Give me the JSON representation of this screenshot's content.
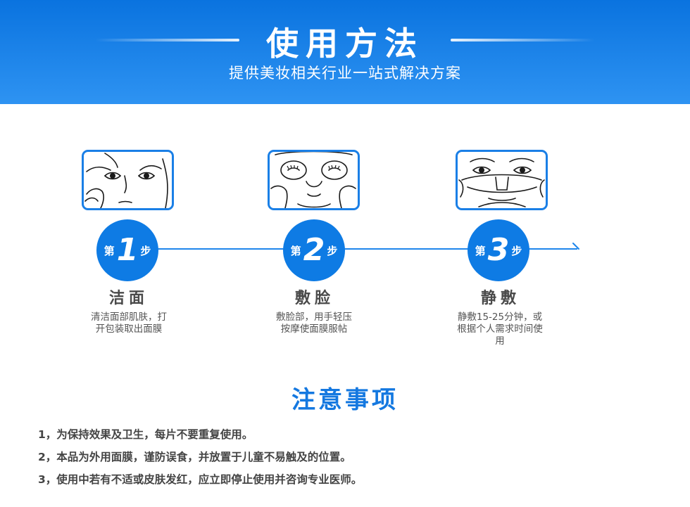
{
  "header": {
    "title": "使用方法",
    "subtitle": "提供美妆相关行业一站式解决方案"
  },
  "steps": [
    {
      "prefix": "第",
      "number": "1",
      "suffix": "步",
      "name": "洁面",
      "desc_lines": [
        "清洁面部肌肤，打",
        "开包装取出面膜"
      ],
      "icon": "face-cleansing-illustration"
    },
    {
      "prefix": "第",
      "number": "2",
      "suffix": "步",
      "name": "敷脸",
      "desc_lines": [
        "敷脸部，用手轻压",
        "按摩使面膜服帖"
      ],
      "icon": "face-mask-applying-illustration"
    },
    {
      "prefix": "第",
      "number": "3",
      "suffix": "步",
      "name": "静敷",
      "desc_lines": [
        "静敷15-25分钟，或",
        "根据个人需求时间使",
        "用"
      ],
      "icon": "face-mask-resting-illustration"
    }
  ],
  "notes": {
    "title": "注意事项",
    "items": [
      "1，为保持效果及卫生，每片不要重复使用。",
      "2，本品为外用面膜，谨防误食，并放置于儿童不易触及的位置。",
      "3，使用中若有不适或皮肤发红，应立即停止使用并咨询专业医师。"
    ]
  },
  "colors": {
    "banner_top": "#0a73df",
    "banner_bottom": "#2e93f2",
    "accent_blue": "#0e7be4",
    "step_text": "#4a4a4a",
    "desc_text": "#555555"
  }
}
